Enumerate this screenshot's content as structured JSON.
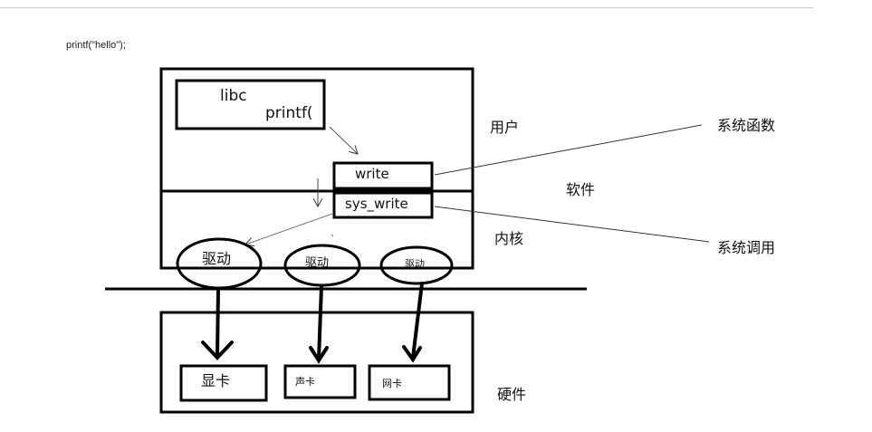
{
  "code_line": "printf(\"hello\");",
  "user_box": {
    "libc": "libc",
    "printf": "printf("
  },
  "syscall_boxes": {
    "write": "write",
    "sys_write": "sys_write"
  },
  "drivers": [
    "驱动",
    "驱动",
    "驱动"
  ],
  "devices": [
    "显卡",
    "声卡",
    "网卡"
  ],
  "layers": {
    "user": "用户",
    "software": "软件",
    "kernel": "内核",
    "hardware": "硬件"
  },
  "callouts": {
    "system_function": "系统函数",
    "system_call": "系统调用"
  }
}
